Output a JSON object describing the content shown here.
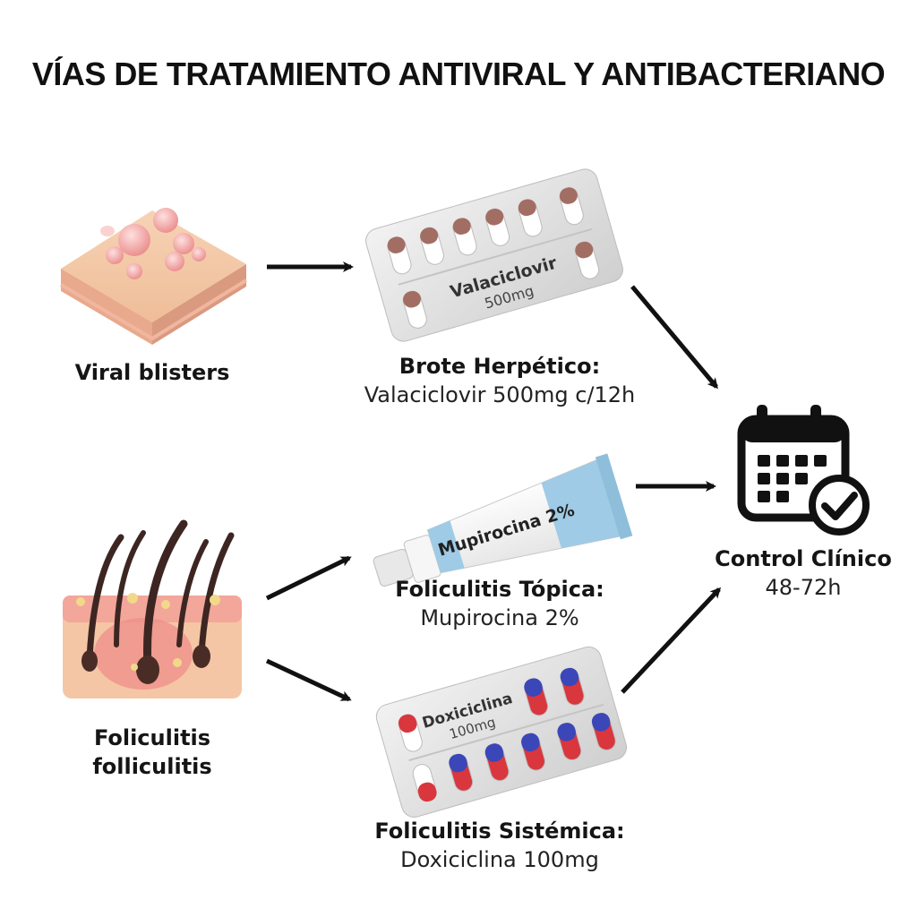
{
  "title": "VÍAS DE TRATAMIENTO ANTIVIRAL Y ANTIBACTERIANO",
  "sources": {
    "viral": {
      "label": "Viral blisters"
    },
    "folliculitis": {
      "label_line1": "Foliculitis",
      "label_line2": "folliculitis"
    }
  },
  "treatments": {
    "herpes": {
      "heading": "Brote Herpético:",
      "detail": "Valaciclovir 500mg c/12h",
      "pack_name": "Valaciclovir",
      "pack_dose": "500mg"
    },
    "topical": {
      "heading": "Foliculitis Tópica:",
      "detail": "Mupirocina 2%",
      "tube_label": "Mupirocina 2%"
    },
    "systemic": {
      "heading": "Foliculitis Sistémica:",
      "detail": "Doxiciclina 100mg",
      "pack_name": "Doxiciclina",
      "pack_dose": "100mg"
    }
  },
  "outcome": {
    "heading": "Control Clínico",
    "detail": "48-72h"
  },
  "colors": {
    "arrow": "#111111",
    "tube_accent": "#9fcbe6",
    "capsule_red": "#d9363e",
    "capsule_blue": "#3b46b8",
    "capsule_brown": "#a26e64",
    "skin": "#f4c9a6",
    "blister": "#ef8e8e"
  },
  "icons": [
    "calendar-check-icon"
  ]
}
